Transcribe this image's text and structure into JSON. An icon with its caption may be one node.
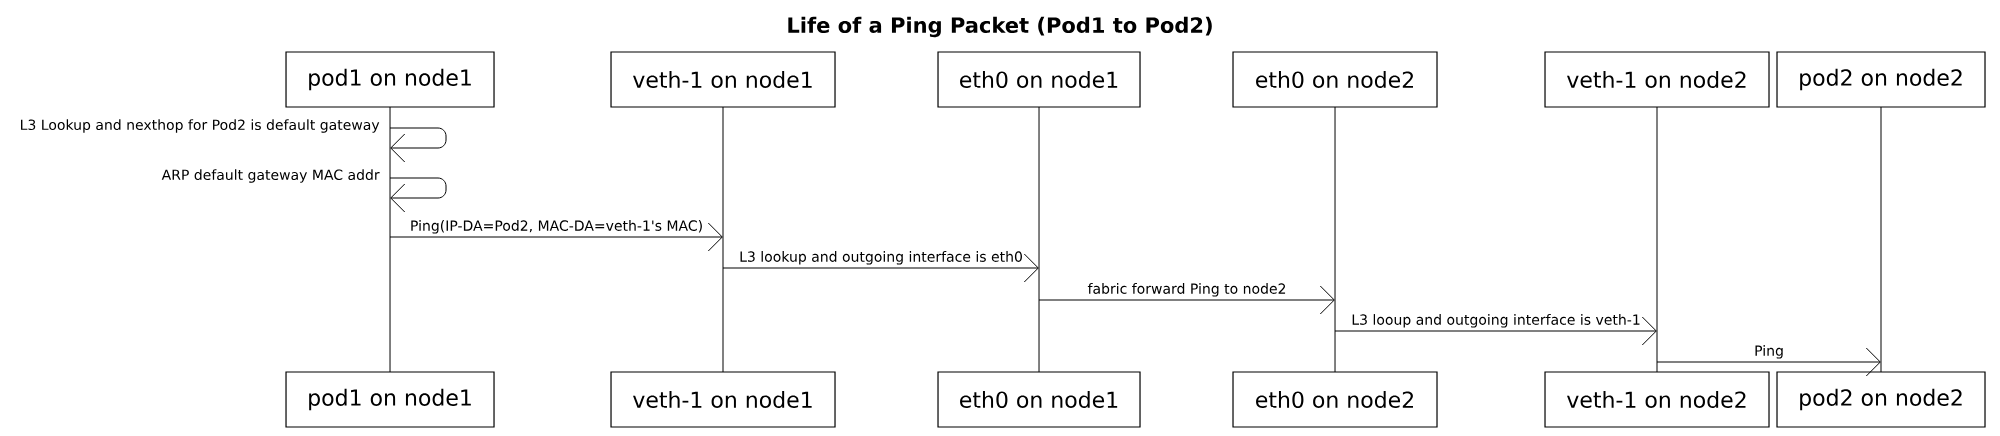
{
  "diagram": {
    "title": "Life of a Ping Packet (Pod1 to Pod2)",
    "nodes": [
      {
        "text": [
          "pod1 on node1",
          "pod1 on node1"
        ]
      },
      {
        "text": [
          "veth-1 on node1",
          "veth-1 on node1"
        ]
      },
      {
        "text": [
          "eth0 on node1",
          "eth0 on node1"
        ]
      },
      {
        "text": [
          "eth0 on node2",
          "eth0 on node2"
        ]
      },
      {
        "text": [
          "veth-1 on node2",
          "veth-1 on node2"
        ]
      },
      {
        "text": [
          "pod2 on node2",
          "pod2 on node2"
        ]
      }
    ],
    "edges": [
      {
        "from": 0,
        "to": 0,
        "arrow": "to",
        "label": "L3 Lookup and nexthop for Pod2 is default gateway"
      },
      {
        "from": 0,
        "to": 0,
        "arrow": "to",
        "label": "ARP default gateway MAC addr"
      },
      {
        "from": 0,
        "to": 1,
        "arrow": "to",
        "label": "Ping(IP-DA=Pod2, MAC-DA=veth-1's MAC)"
      },
      {
        "from": 1,
        "to": 2,
        "arrow": "to",
        "label": "L3 lookup and outgoing interface is eth0"
      },
      {
        "from": 2,
        "to": 3,
        "arrow": "to",
        "label": "fabric forward Ping to node2"
      },
      {
        "from": 3,
        "to": 4,
        "arrow": "to",
        "label": "L3 looup and outgoing interface is veth-1"
      },
      {
        "from": 4,
        "to": 5,
        "arrow": "to",
        "label": "Ping"
      }
    ]
  }
}
